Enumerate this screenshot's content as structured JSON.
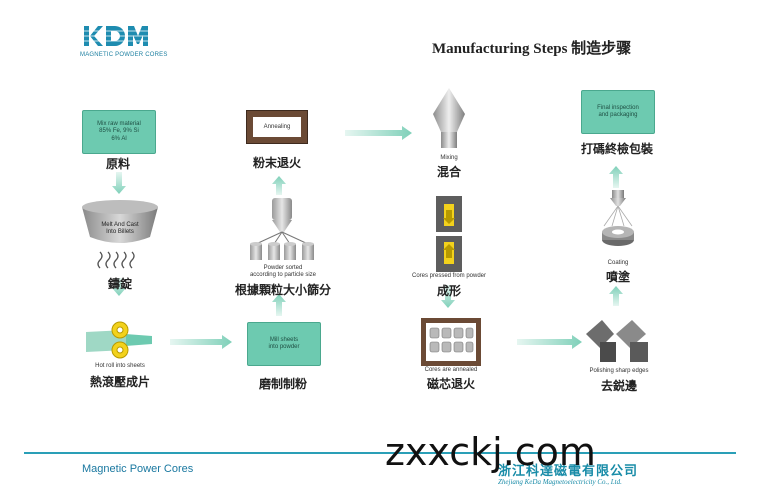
{
  "header": {
    "logo_text": "MAGNETIC POWDER CORES",
    "title": "Manufacturing Steps 制造步骤"
  },
  "steps": {
    "raw_material_box": "Mix raw material\n85% Fe, 9% Si\n6% Al",
    "raw_material_label": "原料",
    "melt_text": "Melt And Cast\nInto Billets",
    "melt_label": "鑄錠",
    "hot_roll_text": "Hot roll into sheets",
    "hot_roll_label": "熱滾壓成片",
    "mill_box": "Mill sheets\ninto powder",
    "mill_label": "磨制制粉",
    "powder_sorted_text": "Powder sorted\naccording to particle size",
    "powder_sorted_label": "根據顆粒大小篩分",
    "annealing_text": "Annealing",
    "annealing_label": "粉末退火",
    "mixing_text": "Mixing",
    "mixing_label": "混合",
    "pressed_text": "Cores pressed from powder",
    "pressed_label": "成形",
    "annealed_text": "Cores are annealed",
    "annealed_label": "磁芯退火",
    "polishing_text": "Polishing sharp edges",
    "polishing_label": "去鋭邊",
    "coating_text": "Coating",
    "coating_label": "噴塗",
    "final_box": "Final inspection\nand packaging",
    "final_label": "打碼終檢包裝"
  },
  "footer": {
    "left": "Magnetic Power Cores",
    "company_cn": "浙江科達磁電有限公司",
    "company_en": "Zhejiang KeDa Magnetoelectricity Co., Ltd.",
    "watermark": "zxxckj.com"
  },
  "colors": {
    "accent": "#2a9fb7",
    "box_fill": "#6dcab0",
    "arrow": "#8fd8c4"
  }
}
